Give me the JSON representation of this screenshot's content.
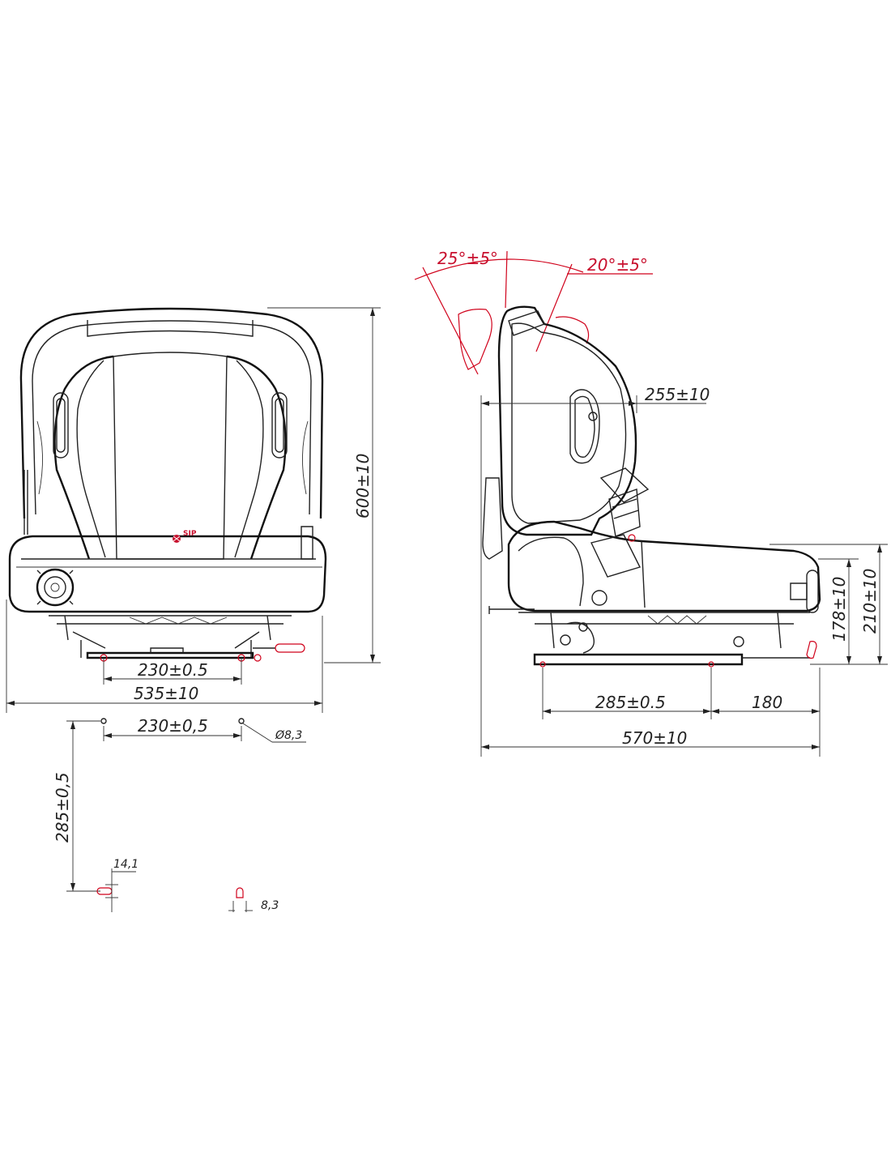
{
  "front_view": {
    "height_label": "600±10",
    "mount_spacing_label": "230±0.5",
    "overall_width_label": "535±10",
    "logo_text": "SIP"
  },
  "hole_pattern": {
    "spacing_label": "230±0,5",
    "hole_diameter_label": "Ø8,3",
    "depth_spacing_label": "285±0,5",
    "slot_length_label": "14,1",
    "slot_width_label": "8,3"
  },
  "side_view": {
    "backrest_rear_angle_label": "25°±5°",
    "backrest_front_angle_label": "20°±5°",
    "backrest_depth_label": "255±10",
    "base_height_label": "178±10",
    "seat_height_label": "210±10",
    "rail_length_label": "285±0.5",
    "rail_extension_label": "180",
    "overall_depth_label": "570±10"
  },
  "colors": {
    "line": "#222222",
    "accent": "#d0021b"
  }
}
